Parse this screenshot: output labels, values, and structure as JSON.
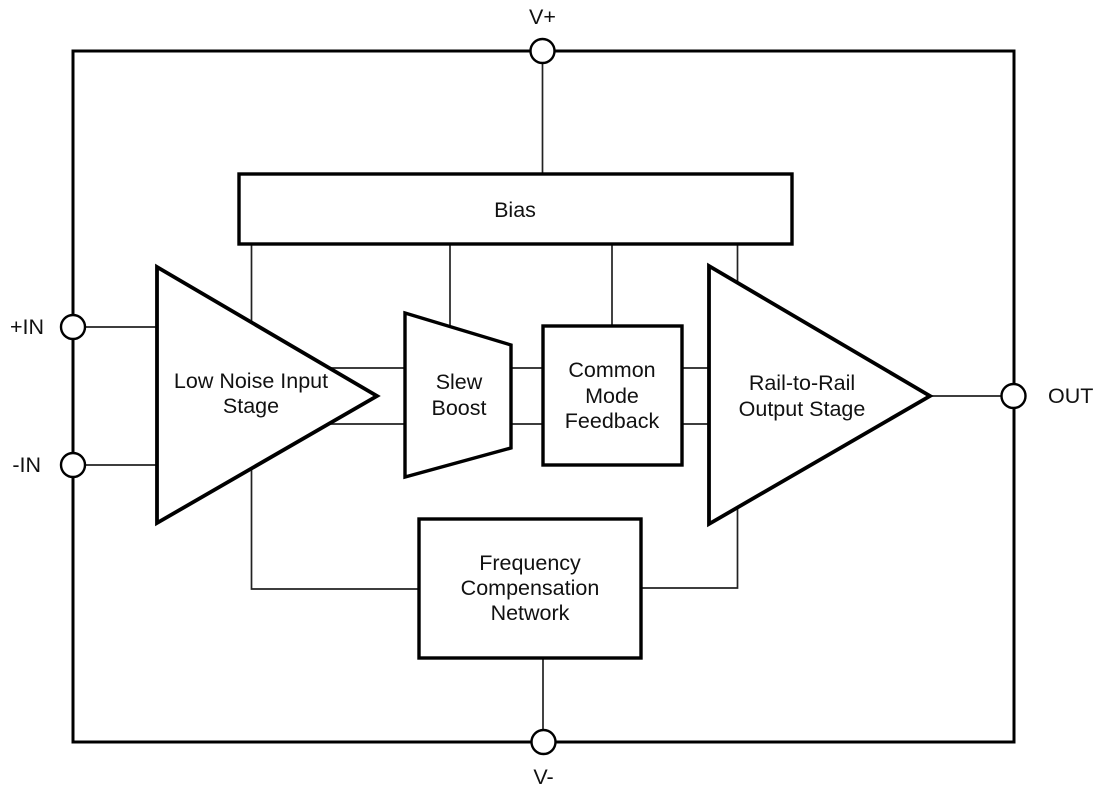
{
  "terminals": {
    "v_plus": "V+",
    "v_minus": "V-",
    "in_plus": "+IN",
    "in_minus": "-IN",
    "out": "OUT"
  },
  "blocks": {
    "bias": {
      "lines": [
        "Bias"
      ]
    },
    "low_noise_input_stage": {
      "lines": [
        "Low Noise Input",
        "Stage"
      ]
    },
    "slew_boost": {
      "lines": [
        "Slew",
        "Boost"
      ]
    },
    "common_mode_feedback": {
      "lines": [
        "Common",
        "Mode",
        "Feedback"
      ]
    },
    "rail_to_rail_output_stage": {
      "lines": [
        "Rail-to-Rail",
        "Output Stage"
      ]
    },
    "frequency_compensation_network": {
      "lines": [
        "Frequency",
        "Compensation",
        "Network"
      ]
    }
  },
  "colors": {
    "background": "#ffffff",
    "block_fill": "#ffffff",
    "block_stroke": "#000000",
    "wire": "#222222",
    "text": "#111111"
  }
}
